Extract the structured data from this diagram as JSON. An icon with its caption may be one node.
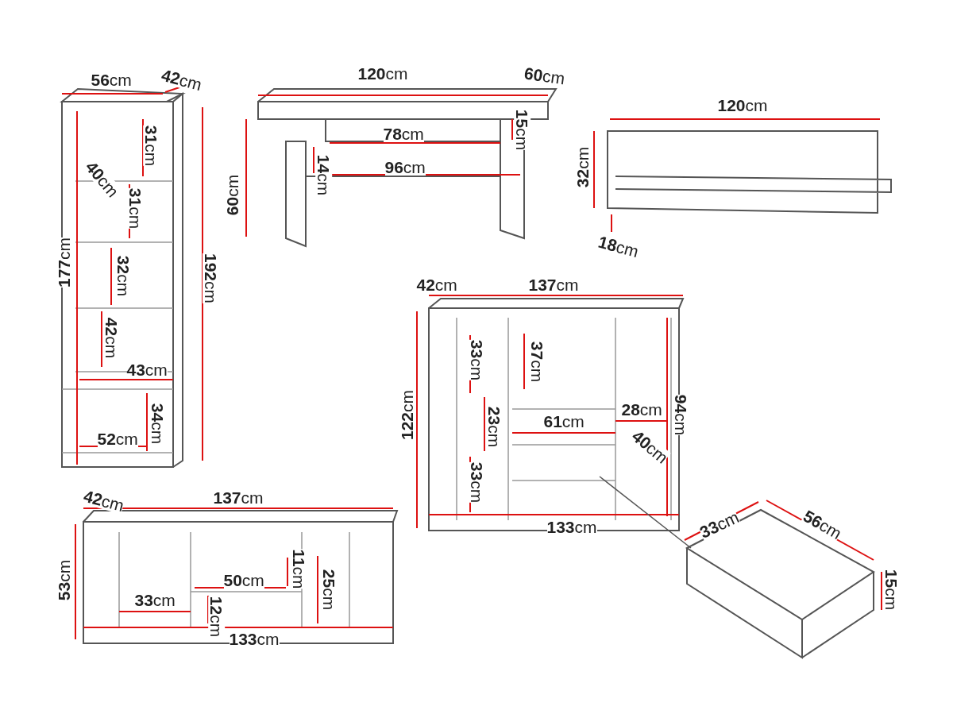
{
  "diagram": {
    "labels": [
      "**56**cm",
      "**42**cm",
      "**31**cm",
      "**40**cm",
      "**31**cm",
      "**177**cm",
      "**32**cm",
      "**192**cm",
      "**42**cm",
      "**43**cm",
      "**34**cm",
      "**52**cm",
      "**120**cm",
      "**60**cm",
      "**60**cm",
      "**78**cm",
      "**15**cm",
      "**14**cm",
      "**96**cm",
      "**120**cm",
      "**32**cm",
      "**18**cm",
      "**42**cm",
      "**137**cm",
      "**33**cm",
      "**37**cm",
      "**122**cm",
      "**23**cm",
      "**61**cm",
      "**28**cm",
      "**94**cm",
      "**40**cm",
      "**33**cm",
      "**133**cm",
      "**42**cm",
      "**137**cm",
      "**53**cm",
      "**50**cm",
      "**11**cm",
      "**25**cm",
      "**33**cm",
      "**12**cm",
      "**133**cm",
      "**33**cm",
      "**56**cm",
      "**15**cm"
    ]
  }
}
